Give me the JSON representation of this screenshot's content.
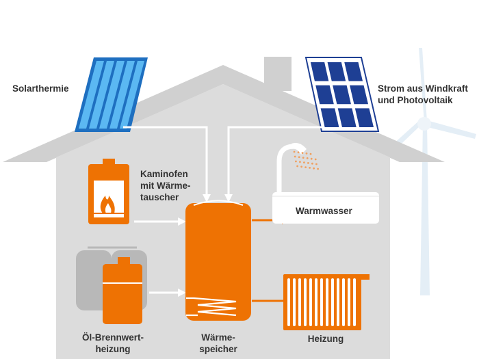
{
  "labels": {
    "solarthermie": "Solarthermie",
    "strom_line1": "Strom aus Windkraft",
    "strom_line2": "und Photovoltaik",
    "kaminofen_line1": "Kaminofen",
    "kaminofen_line2": "mit Wärme-",
    "kaminofen_line3": "tauscher",
    "warmwasser": "Warmwasser",
    "oel_line1": "Öl-Brennwert-",
    "oel_line2": "heizung",
    "speicher_line1": "Wärme-",
    "speicher_line2": "speicher",
    "heizung": "Heizung"
  },
  "icons": {
    "solar_thermal": "solar-thermal-collector-icon",
    "photovoltaic": "photovoltaic-panel-icon",
    "wind": "wind-turbine-icon",
    "stove": "stove-icon",
    "boiler": "oil-boiler-icon",
    "tank": "storage-tank-icon",
    "shower": "shower-icon",
    "radiator": "radiator-icon"
  },
  "colors": {
    "house": "#d0d0d0",
    "house_inner": "#dcdcdc",
    "accent": "#ee7203",
    "solar_blue": "#3aa2e8",
    "pv_blue": "#1e3f94",
    "flow_white": "#ffffff",
    "text": "#333333"
  }
}
